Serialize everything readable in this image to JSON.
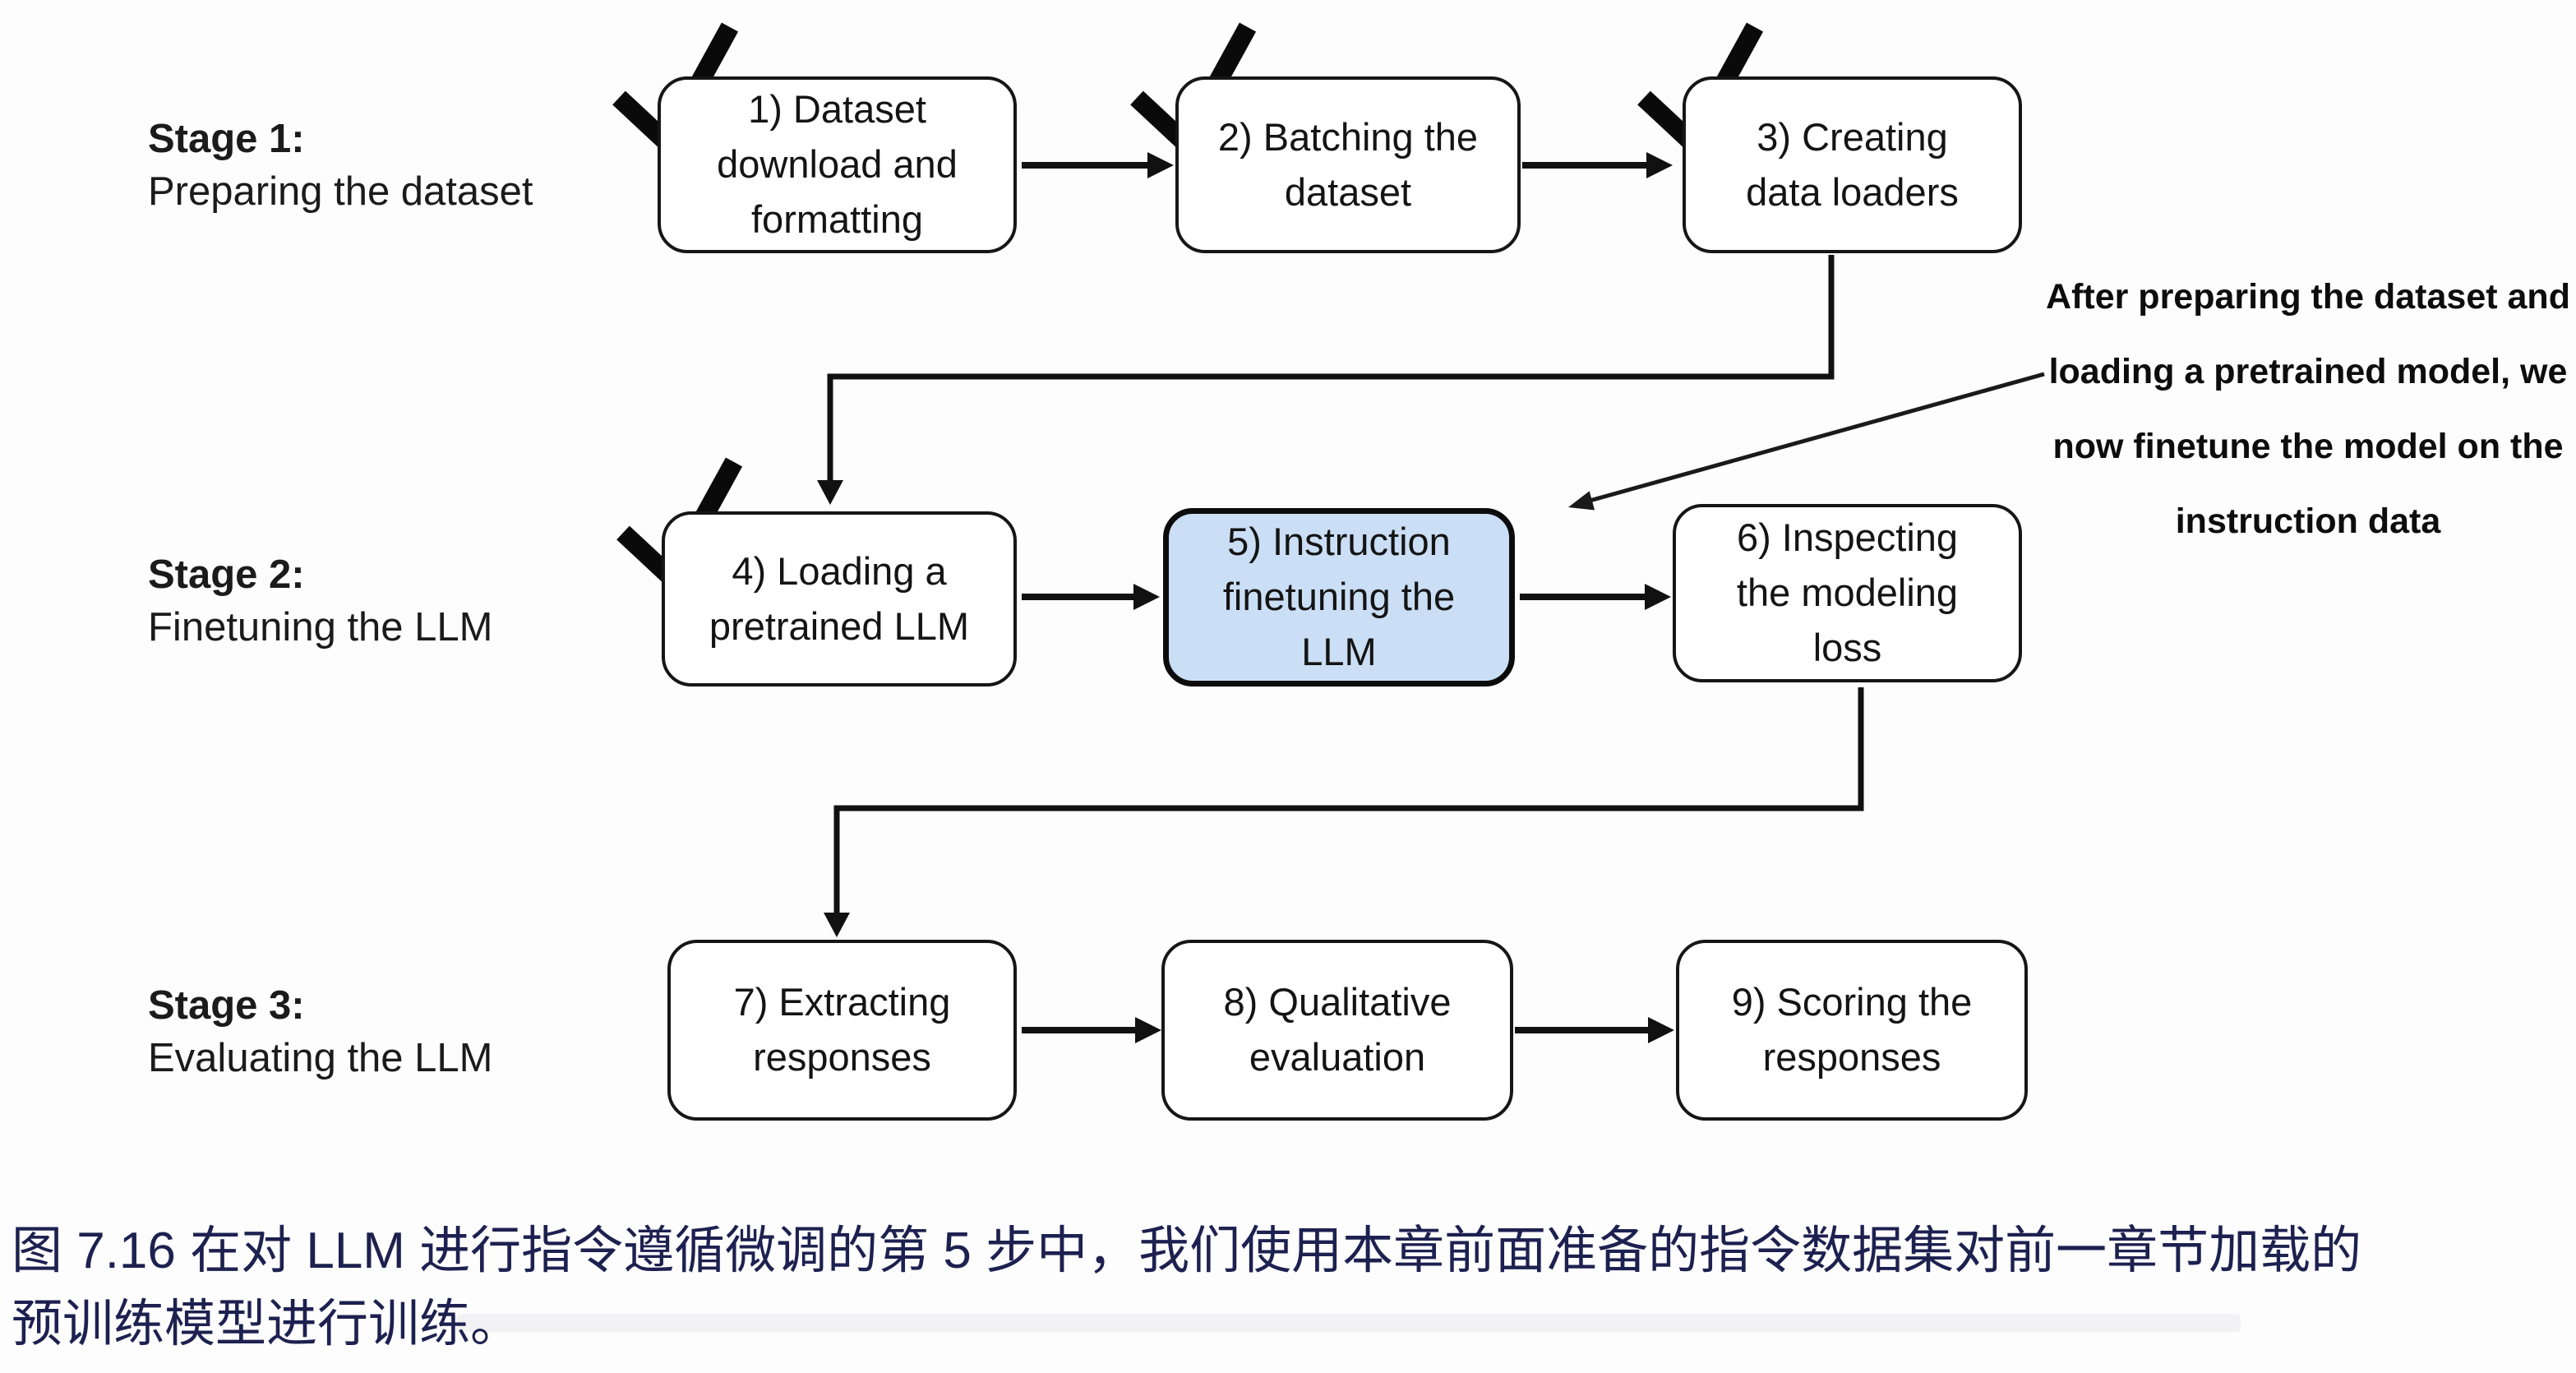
{
  "diagram": {
    "stages": [
      {
        "title": "Stage 1:",
        "subtitle": "Preparing the dataset"
      },
      {
        "title": "Stage 2:",
        "subtitle": "Finetuning the LLM"
      },
      {
        "title": "Stage 3:",
        "subtitle": "Evaluating the LLM"
      }
    ],
    "boxes": [
      {
        "label": "1) Dataset\ndownload and\nformatting",
        "checked": true,
        "highlighted": false
      },
      {
        "label": "2) Batching the\ndataset",
        "checked": true,
        "highlighted": false
      },
      {
        "label": "3) Creating\ndata loaders",
        "checked": true,
        "highlighted": false
      },
      {
        "label": "4) Loading a\npretrained LLM",
        "checked": true,
        "highlighted": false
      },
      {
        "label": "5) Instruction\nfinetuning the\nLLM",
        "checked": false,
        "highlighted": true
      },
      {
        "label": "6) Inspecting\nthe modeling\nloss",
        "checked": false,
        "highlighted": false
      },
      {
        "label": "7) Extracting\nresponses",
        "checked": false,
        "highlighted": false
      },
      {
        "label": "8) Qualitative\nevaluation",
        "checked": false,
        "highlighted": false
      },
      {
        "label": "9) Scoring the\nresponses",
        "checked": false,
        "highlighted": false
      }
    ],
    "annotation": "After preparing the dataset and\nloading a pretrained model, we\nnow finetune the model on the\ninstruction data",
    "colors": {
      "highlight_fill": "#cadef5",
      "line": "#111111",
      "caption_text": "#1d2150"
    }
  },
  "caption": {
    "text": "图 7.16 在对 LLM 进行指令遵循微调的第 5 步中，我们使用本章前面准备的指令数据集对前一章节加载的\n预训练模型进行训练。"
  }
}
